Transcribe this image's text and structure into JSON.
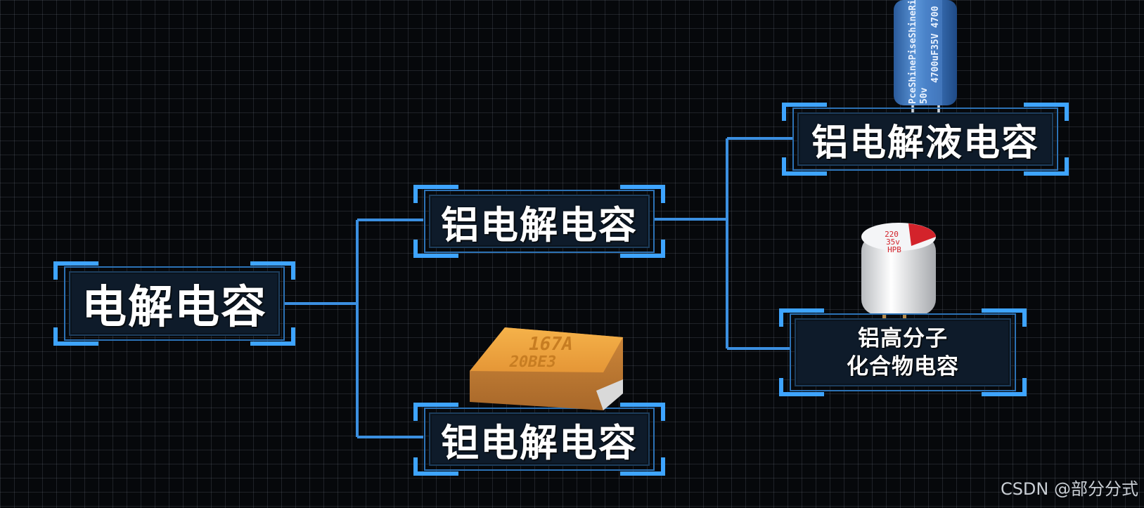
{
  "diagram": {
    "root": {
      "label": "电解电容"
    },
    "branches": [
      {
        "label": "铝电解电容"
      },
      {
        "label": "钽电解电容"
      }
    ],
    "aluminum_children": [
      {
        "label": "铝电解液电容"
      },
      {
        "label": "铝高分子\n化合物电容"
      }
    ]
  },
  "images": {
    "electrolytic_capacitor": {
      "print_lines": [
        "PceShinePiseShineRise",
        "4700uF35V  4700",
        "50v"
      ]
    },
    "polymer_capacitor": {
      "print_lines": [
        "220",
        "35v",
        "HPB"
      ]
    },
    "tantalum_capacitor": {
      "print_lines": [
        "167A",
        "20BE3"
      ]
    }
  },
  "watermark": "CSDN @部分分式",
  "colors": {
    "connector": "#3b8fe0",
    "bracket": "#3ea4ff",
    "box_fill": "#0e1b2a",
    "grid": "#5a636d",
    "background": "#06080b"
  }
}
